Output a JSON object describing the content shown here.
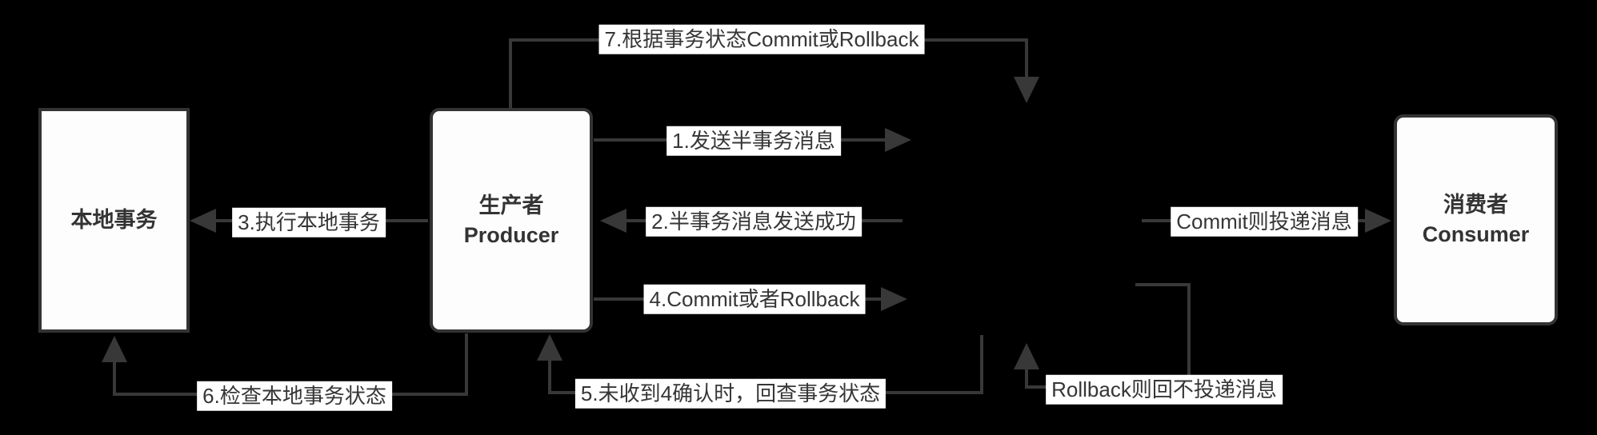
{
  "diagram": {
    "title": "transactional-message-flow",
    "colors": {
      "background": "#000000",
      "line": "#383838",
      "box_fill": "#fdfdfd",
      "box_border": "#333333",
      "label_bg": "#ffffff",
      "text": "#333333"
    }
  },
  "nodes": {
    "local_transaction": {
      "title": "本地事务"
    },
    "producer": {
      "title_zh": "生产者",
      "title_en": "Producer"
    },
    "consumer": {
      "title_zh": "消费者",
      "title_en": "Consumer"
    }
  },
  "edges": {
    "step1": "1.发送半事务消息",
    "step2": "2.半事务消息发送成功",
    "step3": "3.执行本地事务",
    "step4": "4.Commit或者Rollback",
    "step5": "5.未收到4确认时，回查事务状态",
    "step6": "6.检查本地事务状态",
    "step7": "7.根据事务状态Commit或Rollback",
    "commit_deliver": "Commit则投递消息",
    "rollback_no_deliver": "Rollback则回不投递消息"
  }
}
